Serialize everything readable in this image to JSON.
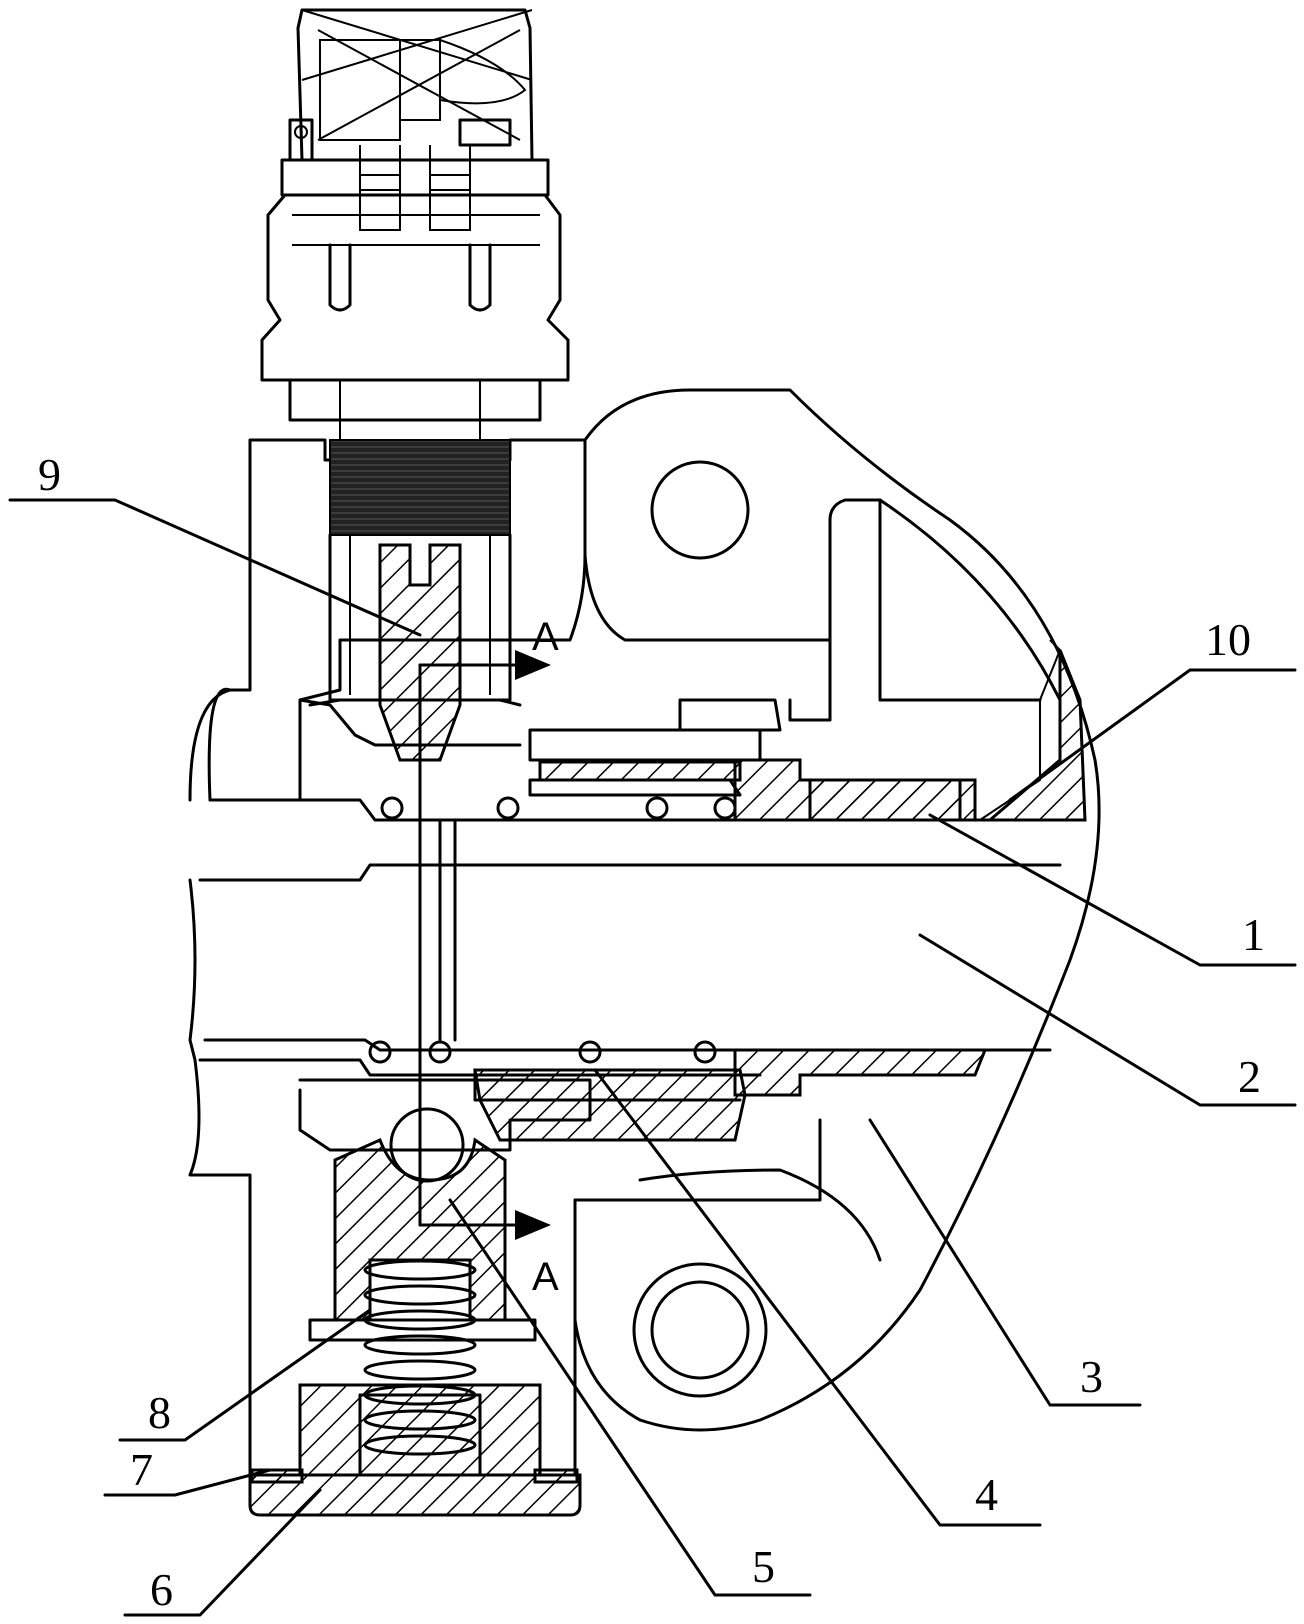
{
  "labels": {
    "p1": "1",
    "p2": "2",
    "p3": "3",
    "p4": "4",
    "p5": "5",
    "p6": "6",
    "p7": "7",
    "p8": "8",
    "p9": "9",
    "p10": "10"
  },
  "section": {
    "top": "A",
    "bottom": "A"
  }
}
